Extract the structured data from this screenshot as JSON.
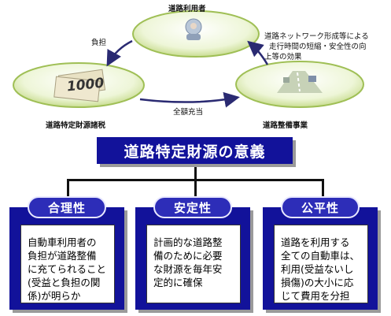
{
  "top": {
    "user_label": "道路利用者",
    "burden_label": "負担",
    "full_allocation_label": "全額充当",
    "effect_text": [
      "道路ネットワーク形成等による",
      "走行時間の短縮・安全性の向",
      "上等の効果"
    ],
    "tax_label": "道路特定財源諸税",
    "project_label": "道路整備事業",
    "bill_text": "1000"
  },
  "title": "道路特定財源の意義",
  "cards": [
    {
      "heading": "合理性",
      "lines": [
        "自動車利用者の",
        "負担が道路整備",
        "に充てられること",
        "(受益と負担の関",
        "係)が明らか"
      ]
    },
    {
      "heading": "安定性",
      "lines": [
        "計画的な道路整",
        "備のために必要",
        "な財源を毎年安",
        "定的に確保"
      ]
    },
    {
      "heading": "公平性",
      "lines": [
        "道路を利用する",
        "全ての自動車は、",
        "利用(受益ないし",
        "損傷)の大小に応",
        "じて費用を分担"
      ]
    }
  ],
  "colors": {
    "primary": "#12129a",
    "pill": "#2d2db8",
    "shadow": "#9a9a9a"
  }
}
